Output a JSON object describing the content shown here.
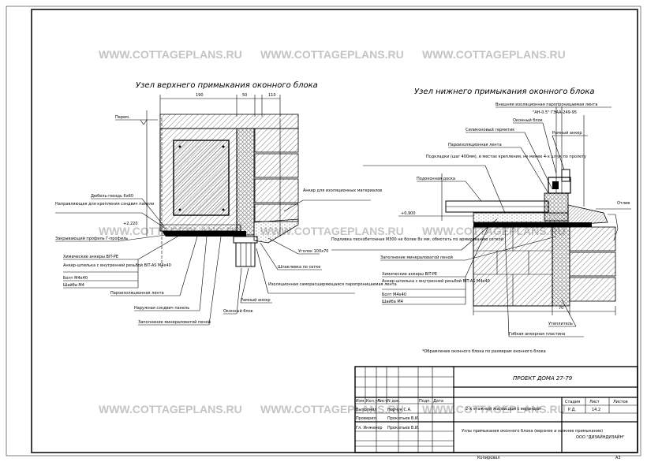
{
  "watermarks": [
    "WWW.COTTAGEPLANS.RU",
    "WWW.COTTAGEPLANS.RU",
    "WWW.COTTAGEPLANS.RU",
    "WWW.COTTAGEPLANS.RU",
    "WWW.COTTAGEPLANS.RU",
    "WWW.COTTAGEPLANS.RU",
    "WWW.COTTAGEPLANS.RU",
    "WWW.COTTAGEPLANS.RU",
    "WWW.COTTAGEPLANS.RU"
  ],
  "left_detail": {
    "title": "Узел верхнего примыкания оконного блока",
    "dims_top": [
      "190",
      "50",
      "110"
    ],
    "dim_left": "+2,220",
    "level_mark": "Перем.",
    "callouts": [
      "Дюбель-гвоздь 6х60",
      "Направляющая для крепления сэндвич панели",
      "Закрывающий профиль Г-профиль",
      "Химические анкеры BIT-PE",
      "Анкер-шпилька с внутренней резьбой BIT-AS M4х40",
      "Болт M4х40",
      "Шайба M4",
      "Пароизоляционная лента",
      "Наружная сэндвич панель",
      "Заполнение минераловатой пеной",
      "Оконный блок",
      "Рамный анкер",
      "Анкер для изоляционных материалов",
      "Уголок 100х70",
      "Шпаклевка по сетке",
      "Изоляционная саморасширяющаяся паропроницаемая лента"
    ]
  },
  "right_detail": {
    "title": "Узел нижнего примыкания оконного блока",
    "dim_bottom": "70",
    "level_left": "+0,900",
    "level_right": "Отлив",
    "callouts": [
      "Внешняя изоляционная паропроницаемая лента",
      "\"АН-0.5\" ГЭАА-249-95",
      "Оконный блок",
      "Силиконовый герметик",
      "Рамный анкер",
      "Пароизоляционная лента",
      "Подкладки (шаг 400мм), в местах крепления, не менее 4-х штук по пролету",
      "Подоконная доска",
      "Подливка пескобетонная M300 не более 8х мм, обмотать по армированию сеткой",
      "Заполнение минераловатой пеной",
      "Химические анкеры BIT-PE",
      "Анкер-шпилька с внутренней резьбой BIT-AS M4х40",
      "Болт M4х40",
      "Шайба M4",
      "Утеплитель",
      "Гибкая анкерная пластина"
    ],
    "note": "*Обрамление оконного блока по размерам оконного блока"
  },
  "title_block": {
    "project": "ПРОЕКТ ДОМА 27-79",
    "headers": [
      "Изм.",
      "Кол.уч.",
      "Лист",
      "N док.",
      "Подп.",
      "Дата"
    ],
    "roles": [
      "Выполнил",
      "Проверил",
      "Гл. Инженер"
    ],
    "names": [
      "Норчук С.А.",
      "Прокопьев В.И.",
      "Прокопьев В.И."
    ],
    "object": "2-х этажный жилой дом с верандой",
    "sheet_title": "Узлы примыкания оконного блока (верхнее и нижнее примыкание)",
    "stage_label": "Стадия",
    "sheet_label": "Лист",
    "sheets_label": "Листов",
    "stage": "Р.Д.",
    "sheet": "14.2",
    "sheets": "",
    "company": "ООО \"ДИЗАЙНДИЗАЙН\"",
    "copied": "Копировал",
    "format": "А3"
  }
}
